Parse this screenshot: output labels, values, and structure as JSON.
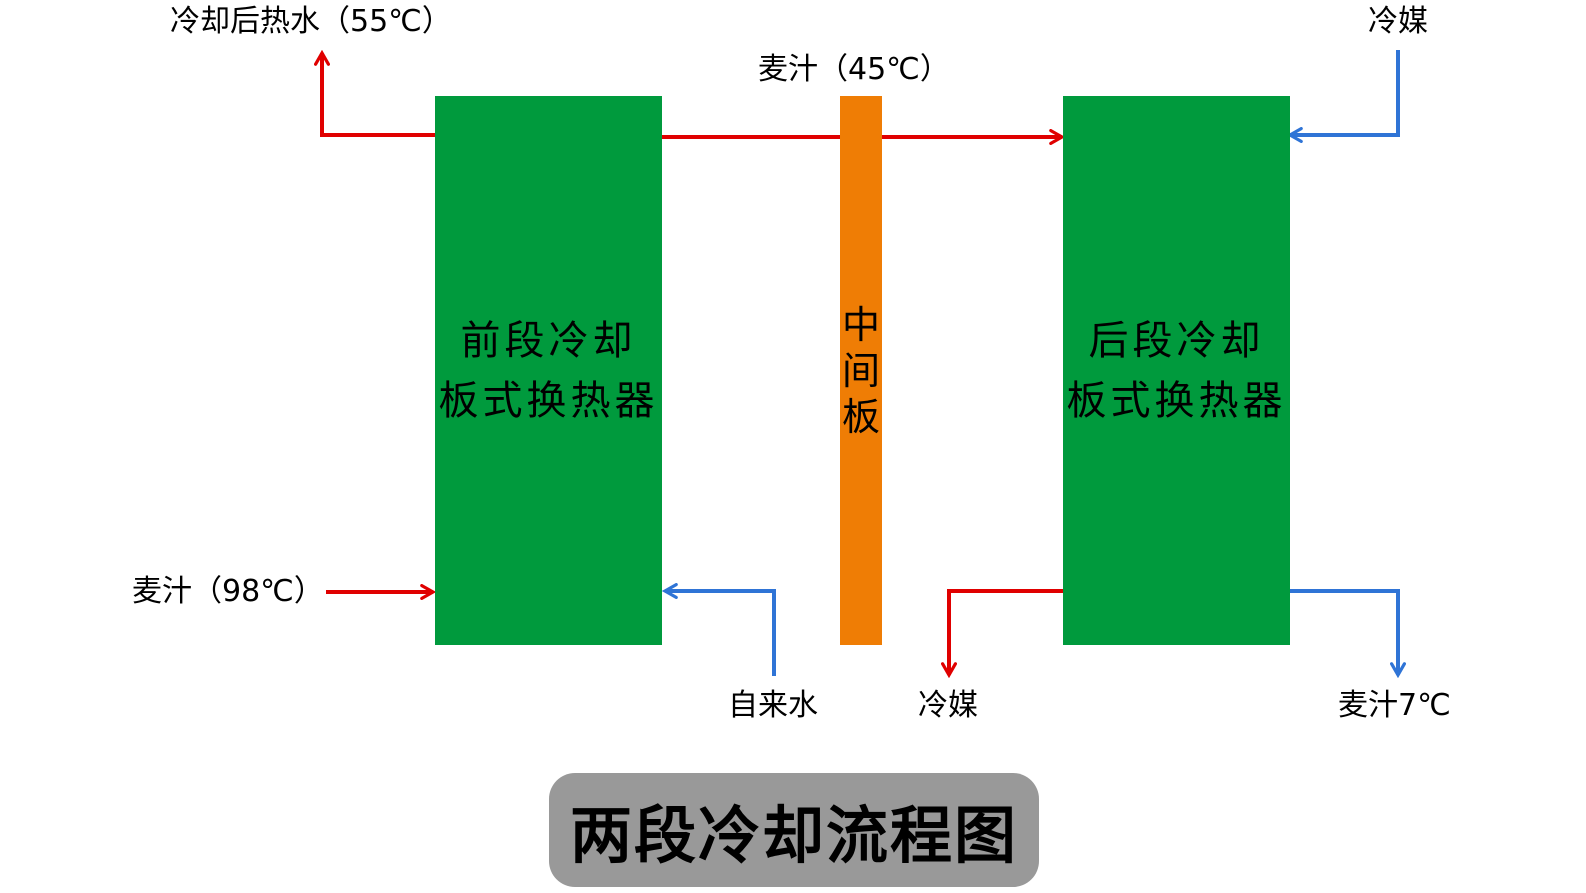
{
  "diagram": {
    "title": "两段冷却流程图",
    "colors": {
      "exchanger": "#009a3d",
      "middle_plate": "#ef7d05",
      "hot_flow": "#e00000",
      "cold_flow": "#2f74d6",
      "title_bg": "#999999"
    },
    "nodes": {
      "front_exchanger": {
        "line1": "前段冷却",
        "line2": "板式换热器"
      },
      "middle_plate": {
        "c1": "中",
        "c2": "间",
        "c3": "板"
      },
      "rear_exchanger": {
        "line1": "后段冷却",
        "line2": "板式换热器"
      }
    },
    "labels": {
      "hot_water_out": "冷却后热水（55℃）",
      "wort_mid": "麦汁（45℃）",
      "coolant_in": "冷媒",
      "wort_in": "麦汁（98℃）",
      "tap_water_in": "自来水",
      "coolant_out": "冷媒",
      "wort_out": "麦汁7℃"
    },
    "flows": [
      {
        "from": "麦汁（98℃）",
        "to": "前段冷却板式换热器",
        "type": "hot"
      },
      {
        "from": "前段冷却板式换热器",
        "to": "冷却后热水（55℃）",
        "type": "hot"
      },
      {
        "from": "自来水",
        "to": "前段冷却板式换热器",
        "type": "cold"
      },
      {
        "from": "前段冷却板式换热器",
        "to": "后段冷却板式换热器",
        "via": "中间板",
        "label": "麦汁（45℃）",
        "type": "hot"
      },
      {
        "from": "冷媒",
        "to": "后段冷却板式换热器",
        "type": "cold"
      },
      {
        "from": "后段冷却板式换热器",
        "to": "冷媒",
        "type": "hot"
      },
      {
        "from": "后段冷却板式换热器",
        "to": "麦汁7℃",
        "type": "cold"
      }
    ]
  }
}
